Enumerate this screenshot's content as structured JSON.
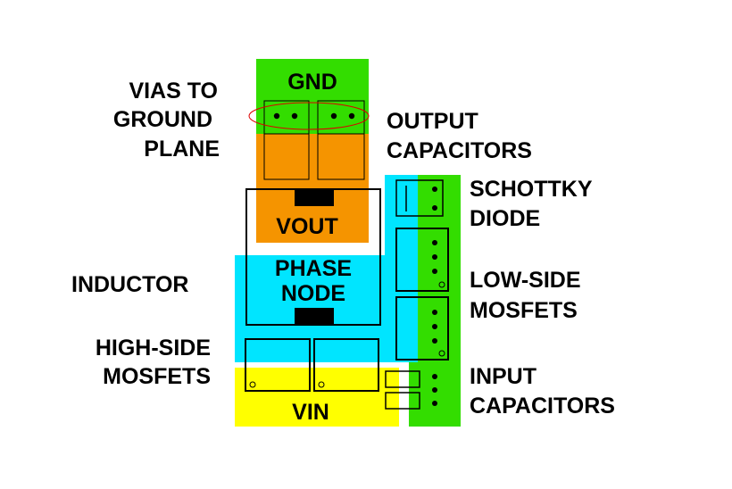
{
  "colors": {
    "gnd": "#33dd00",
    "vout": "#f59400",
    "phase": "#00e5ff",
    "vin": "#ffff00",
    "outline": "#000000",
    "vias_ellipse": "#dd0000"
  },
  "regions": {
    "gnd": "GND",
    "vout": "VOUT",
    "phase_line1": "PHASE",
    "phase_line2": "NODE",
    "vin": "VIN"
  },
  "callouts": {
    "vias": [
      "VIAS TO",
      "GROUND",
      "PLANE"
    ],
    "output_caps": [
      "OUTPUT",
      "CAPACITORS"
    ],
    "schottky": [
      "SCHOTTKY",
      "DIODE"
    ],
    "inductor": [
      "INDUCTOR"
    ],
    "low_side": [
      "LOW-SIDE",
      "MOSFETS"
    ],
    "high_side": [
      "HIGH-SIDE",
      "MOSFETS"
    ],
    "input_caps": [
      "INPUT",
      "CAPACITORS"
    ]
  }
}
